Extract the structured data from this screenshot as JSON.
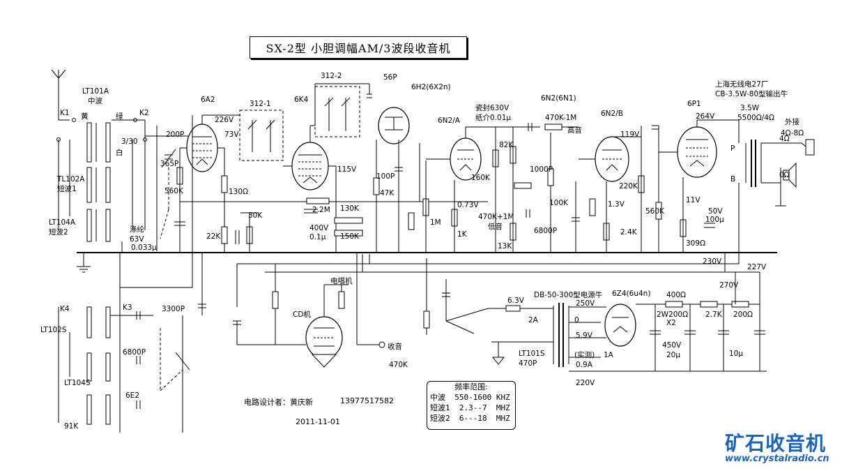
{
  "title": "SX-2型 小胆调幅AM/3波段收音机",
  "designer": {
    "label": "电路设计者：黄庆新",
    "phone": "13977517582",
    "date": "2011-11-01"
  },
  "frequency_range": {
    "title": "频率范围:",
    "rows": [
      "中波  550-1600 KHZ",
      "短波1  2.3--7  MHZ",
      "短波2  6---18  MHZ"
    ]
  },
  "logo": {
    "name": "矿石收音机",
    "url": "www.crystalradio.cn"
  },
  "labels": [
    "LT101A",
    "中波",
    "K1",
    "K2",
    "黄",
    "绿",
    "白",
    "3/30",
    "TL102A",
    "短波1",
    "LT104A",
    "短波2",
    "6A2",
    "226V",
    "73V",
    "200P",
    "365P",
    "560K",
    "130Ω",
    "22K",
    "30K",
    "涤纶",
    "63V",
    "0.033μ",
    "312-1",
    "6K4",
    "115V",
    "2.2M",
    "130K",
    "150K",
    "400V",
    "0.1μ",
    "312-2",
    "56P",
    "6H2(6X2n)",
    "100P",
    "47K",
    "1M",
    "6N2/A",
    "瓷封630V",
    "纸介0.01μ",
    "82K",
    "160K",
    "0.73V",
    "1K",
    "470K+1M",
    "低音",
    "13K",
    "6N2(6N1)",
    "470K-1M",
    "高音",
    "1000P",
    "100K",
    "6800P",
    "6N2/B",
    "119V",
    "220K",
    "1.3V",
    "2.4K",
    "6P1",
    "264V",
    "560K",
    "11V",
    "50V",
    "100μ",
    "309Ω",
    "上海无线电27厂",
    "CB-3.5W-80型输出牛",
    "3.5W",
    "5500Ω/4Ω",
    "外接",
    "4Ω-8Ω",
    "4Ω",
    "0Ω",
    "P",
    "B",
    "230V",
    "227V",
    "270V",
    "400Ω",
    "2W200Ω",
    "X2",
    "2.7K",
    "200Ω",
    "450V",
    "20μ",
    "10μ",
    "DB-50-300型电源牛",
    "6Z4(6u4n)",
    "250V",
    "0",
    "5.9V",
    "(实测)",
    "0.9A",
    "1A",
    "220V",
    "6.3V",
    "2A",
    "LT101S",
    "470P",
    "K4",
    "K3",
    "3300P",
    "LT102S",
    "6800P",
    "LT104S",
    "6E2",
    "91K",
    "CD机",
    "电唱机",
    "收音",
    "470K"
  ],
  "colors": {
    "ink": "#000000",
    "logo": "#1d63b8"
  }
}
